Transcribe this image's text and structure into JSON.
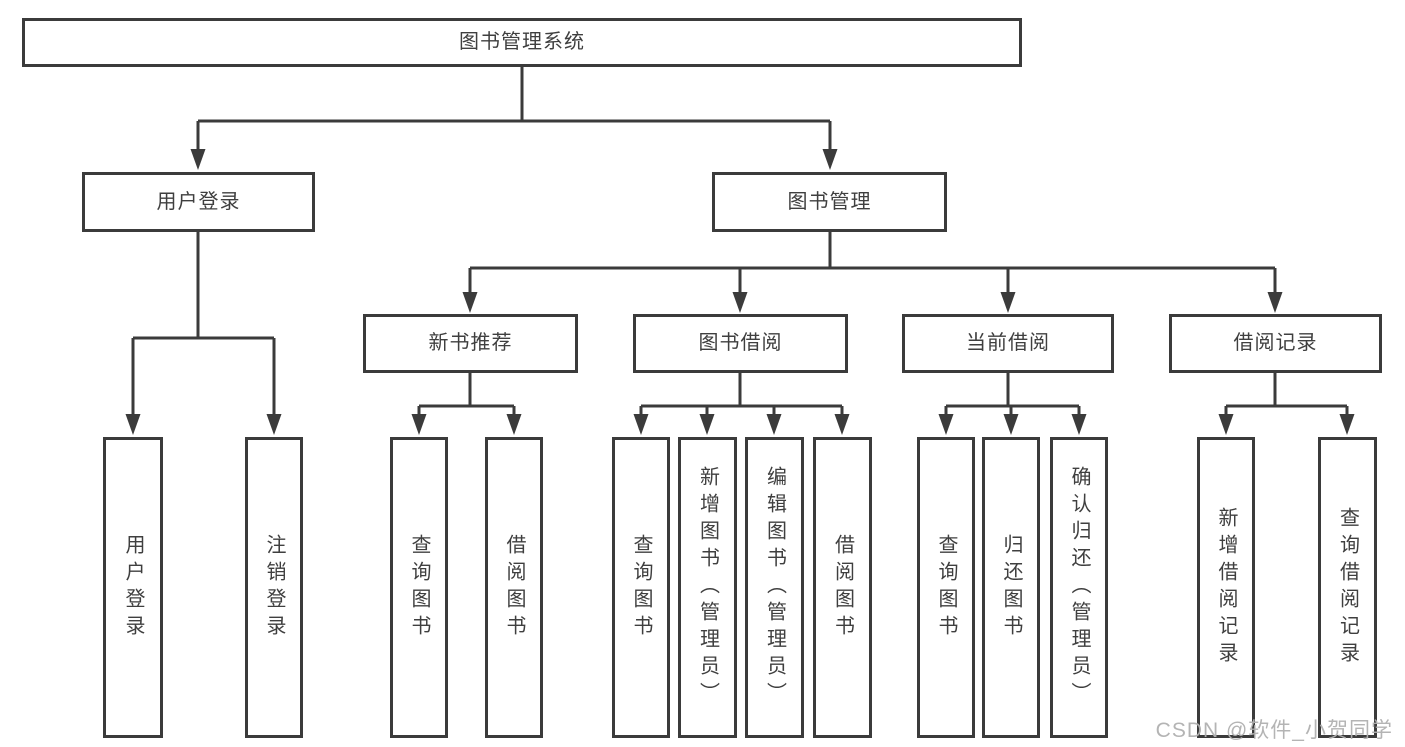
{
  "diagram_type": "functional-structure-tree",
  "tree": {
    "label": "图书管理系统",
    "children": [
      {
        "label": "用户登录",
        "children": [
          {
            "label": "用户登录"
          },
          {
            "label": "注销登录"
          }
        ]
      },
      {
        "label": "图书管理",
        "children": [
          {
            "label": "新书推荐",
            "children": [
              {
                "label": "查询图书"
              },
              {
                "label": "借阅图书"
              }
            ]
          },
          {
            "label": "图书借阅",
            "children": [
              {
                "label": "查询图书"
              },
              {
                "label": "新增图书（管理员）"
              },
              {
                "label": "编辑图书（管理员）"
              },
              {
                "label": "借阅图书"
              }
            ]
          },
          {
            "label": "当前借阅",
            "children": [
              {
                "label": "查询图书"
              },
              {
                "label": "归还图书"
              },
              {
                "label": "确认归还（管理员）"
              }
            ]
          },
          {
            "label": "借阅记录",
            "children": [
              {
                "label": "新增借阅记录"
              },
              {
                "label": "查询借阅记录"
              }
            ]
          }
        ]
      }
    ]
  },
  "watermark": {
    "text": "CSDN @软件_小贺同学"
  },
  "colors": {
    "line": "#3b3b3b",
    "box_border": "#3b3b3b",
    "text": "#3f3f3f",
    "background": "#ffffff",
    "watermark": "#b0b0b0"
  }
}
